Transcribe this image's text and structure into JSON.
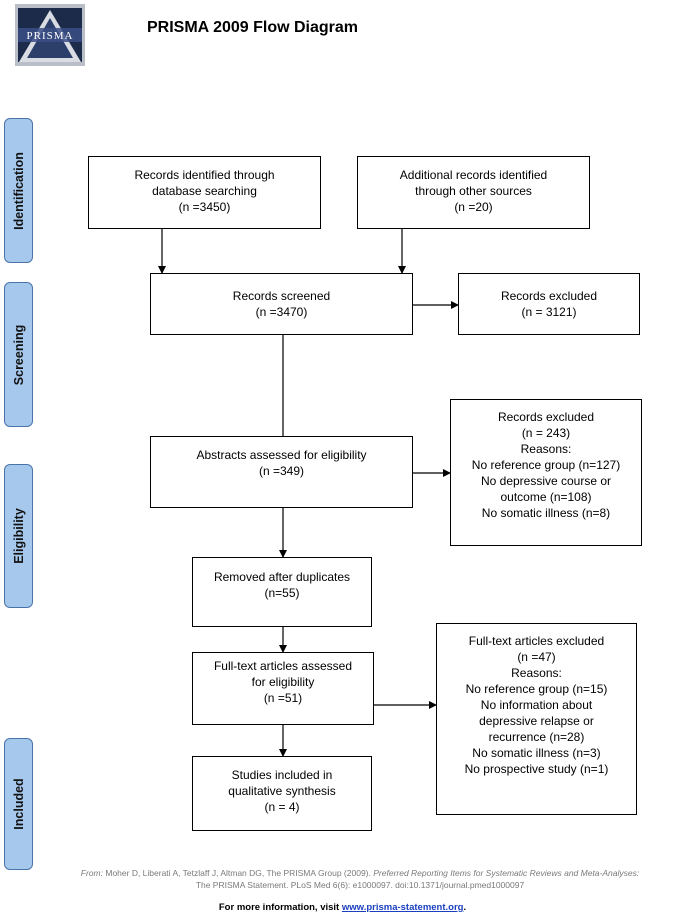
{
  "header": {
    "logo_text": "PRISMA",
    "title": "PRISMA 2009 Flow Diagram"
  },
  "phases": {
    "identification": "Identification",
    "screening": "Screening",
    "eligibility": "Eligibility",
    "included": "Included"
  },
  "boxes": {
    "database_records": [
      "Records identified through",
      "database searching",
      "(n =3450)"
    ],
    "other_sources": [
      "Additional records identified",
      "through other sources",
      "(n =20)"
    ],
    "records_screened": [
      "Records screened",
      "(n =3470)"
    ],
    "records_excluded_screening": [
      "Records excluded",
      "(n = 3121)"
    ],
    "abstracts_assessed": [
      "Abstracts assessed for eligibility",
      "(n =349)"
    ],
    "records_excluded_eligibility": [
      "Records excluded",
      "(n = 243)",
      "Reasons:",
      "No reference group (n=127)",
      "No depressive course or",
      "outcome (n=108)",
      "No somatic illness (n=8)"
    ],
    "removed_duplicates": [
      "Removed after duplicates",
      "(n=55)"
    ],
    "fulltext_assessed": [
      "Full-text articles assessed",
      "for eligibility",
      "(n =51)"
    ],
    "fulltext_excluded": [
      "Full-text articles excluded",
      "(n =47)",
      "Reasons:",
      "No reference group (n=15)",
      "No information about",
      "depressive relapse or",
      "recurrence (n=28)",
      "No somatic illness (n=3)",
      "No prospective study (n=1)"
    ],
    "studies_included": [
      "Studies included in",
      "qualitative synthesis",
      "(n = 4)"
    ]
  },
  "citation": {
    "prefix": "From:",
    "authors": "Moher D, Liberati A, Tetzlaff J, Altman DG, The PRISMA Group (2009).",
    "title": "Preferred Reporting Items for Systematic Reviews and Meta-Analyses:",
    "line2": "The PRISMA Statement. PLoS Med 6(6): e1000097. doi:10.1371/journal.pmed1000097"
  },
  "footer": {
    "prefix": "For more information, visit",
    "link_text": "www.prisma-statement.org",
    "suffix": "."
  },
  "colors": {
    "phase_fill": "#a6c8ec",
    "phase_border": "#4a74a8",
    "link": "#1a3fbf"
  }
}
